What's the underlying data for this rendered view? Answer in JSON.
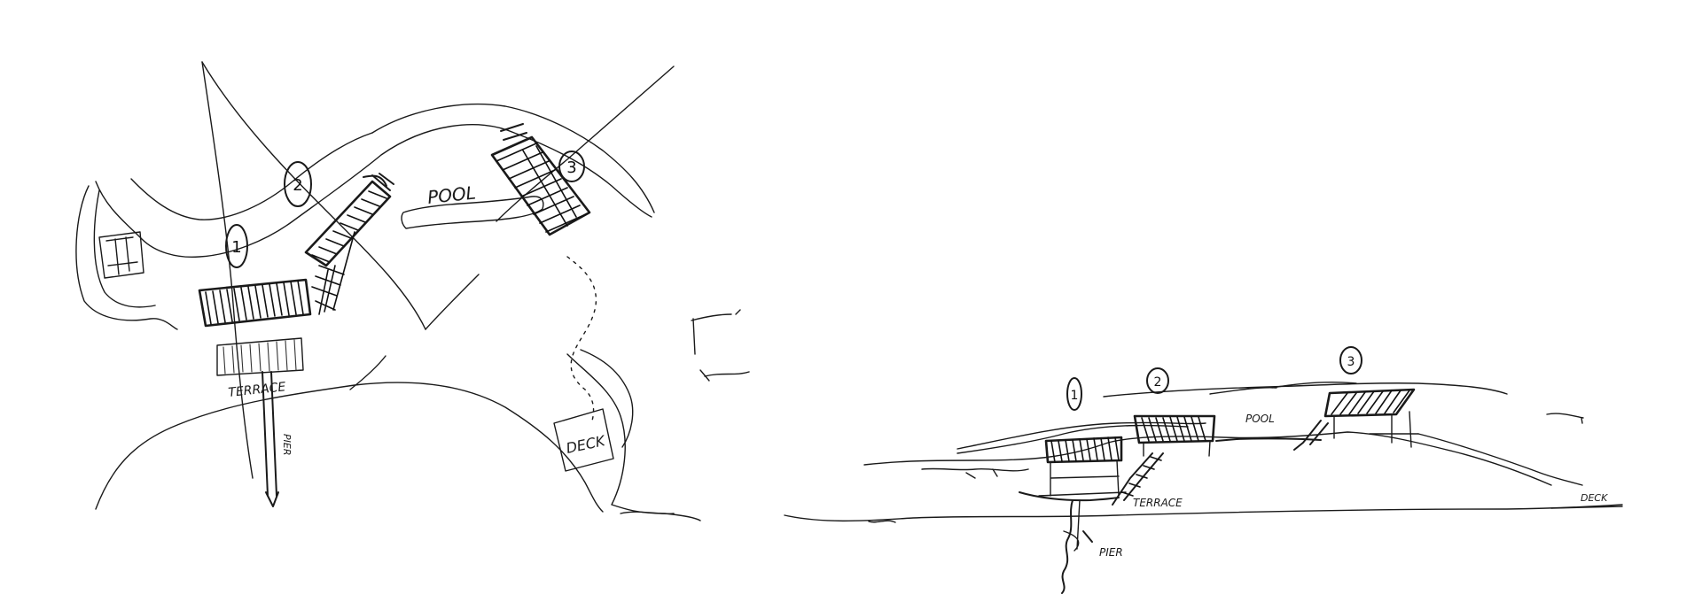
{
  "plan_sketch": {
    "labels": {
      "pool": "POOL",
      "terrace": "TERRACE",
      "pier": "PIER",
      "deck": "DECK"
    },
    "pavilion_numbers": [
      "1",
      "2",
      "3"
    ]
  },
  "section_sketch": {
    "labels": {
      "pool": "POOL",
      "terrace": "TERRACE",
      "pier": "PIER",
      "deck": "DECK"
    },
    "pavilion_numbers": [
      "1",
      "2",
      "3"
    ]
  },
  "ink_color": "#1a1a1a",
  "paper_color": "#ffffff"
}
